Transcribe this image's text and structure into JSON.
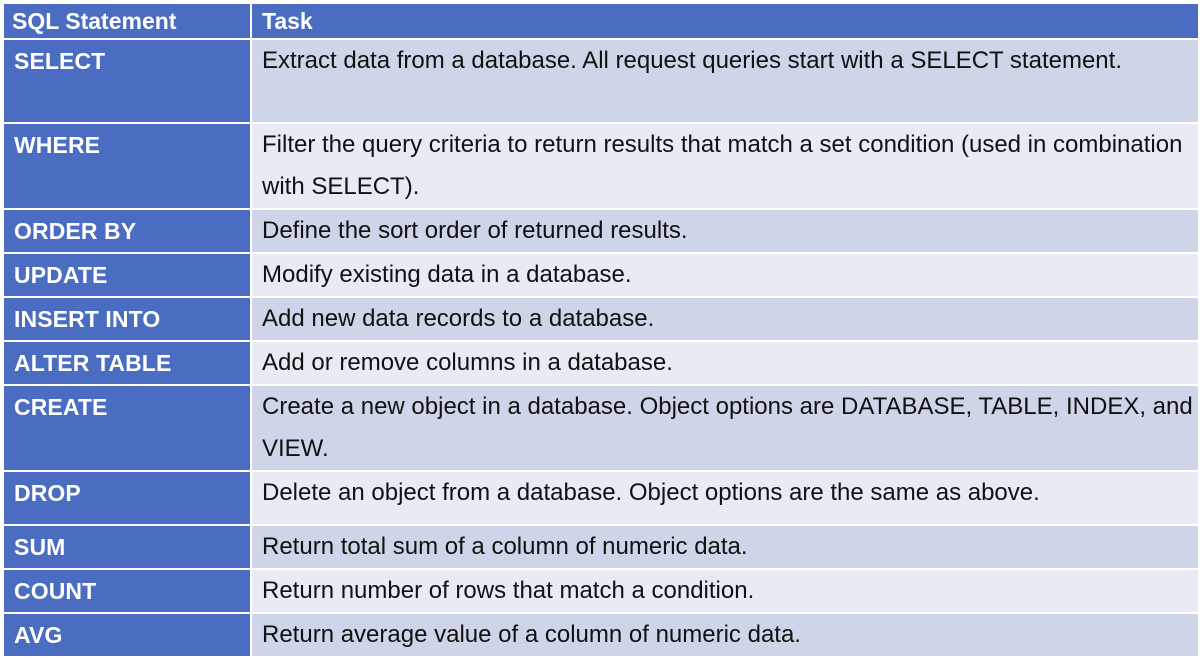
{
  "table": {
    "headers": {
      "statement": "SQL Statement",
      "task": "Task"
    },
    "rows": [
      {
        "statement": "SELECT",
        "task": "Extract data from a database. All request queries start with a SELECT statement."
      },
      {
        "statement": "WHERE",
        "task": "Filter the query criteria to return results that match a set condition (used in combination with SELECT)."
      },
      {
        "statement": "ORDER BY",
        "task": "Define the sort order of returned results."
      },
      {
        "statement": "UPDATE",
        "task": "Modify existing data in a database."
      },
      {
        "statement": "INSERT INTO",
        "task": "Add new data records to a database."
      },
      {
        "statement": "ALTER TABLE",
        "task": "Add or remove columns in a database."
      },
      {
        "statement": "CREATE",
        "task": "Create a new object in a database. Object options are  DATABASE, TABLE, INDEX, and VIEW."
      },
      {
        "statement": "DROP",
        "task": "Delete an object from a database. Object options are the same as above."
      },
      {
        "statement": "SUM",
        "task": "Return total sum of a column of numeric data."
      },
      {
        "statement": "COUNT",
        "task": "Return number of rows that match a condition."
      },
      {
        "statement": "AVG",
        "task": "Return average value of a column of numeric data."
      }
    ]
  },
  "colors": {
    "header_bg": "#4a6cc1",
    "row_odd_bg": "#cfd5e8",
    "row_even_bg": "#e8ebf4"
  }
}
